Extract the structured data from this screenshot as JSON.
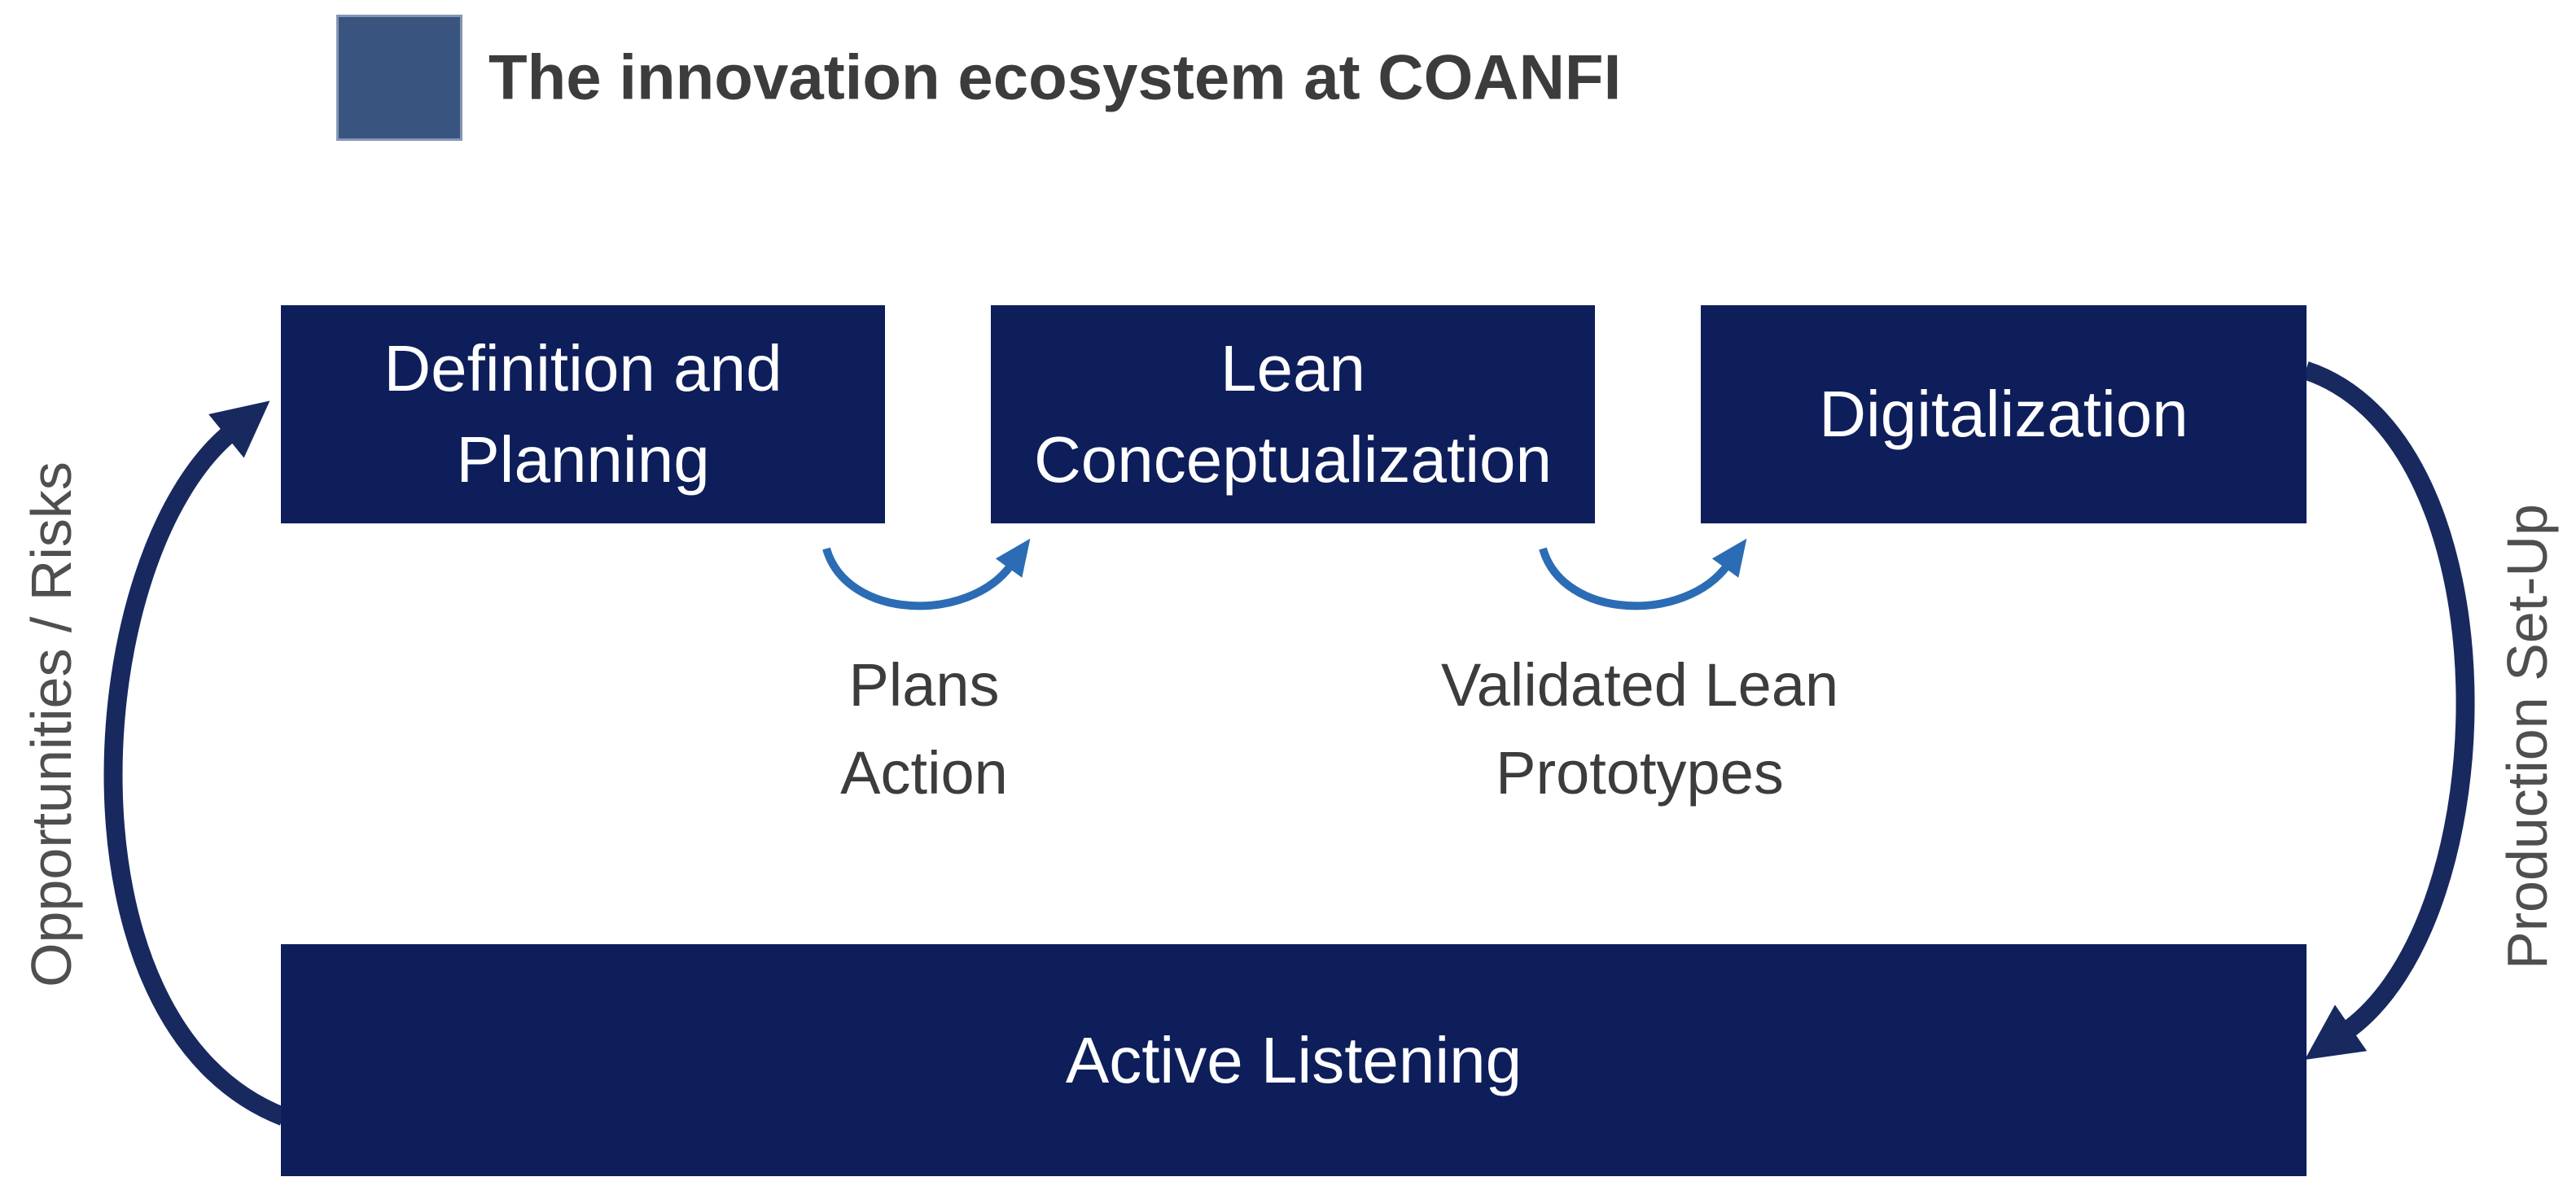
{
  "title": "The innovation ecosystem at COANFI",
  "stages": [
    {
      "id": "definition-and-planning",
      "lines": [
        "Definition and",
        "Planning"
      ]
    },
    {
      "id": "lean-conceptualization",
      "lines": [
        "Lean",
        "Conceptualization"
      ]
    },
    {
      "id": "digitalization",
      "lines": [
        "Digitalization"
      ]
    }
  ],
  "base": {
    "label": "Active Listening"
  },
  "flow_labels": [
    {
      "lines": [
        "Plans",
        "Action"
      ]
    },
    {
      "lines": [
        "Validated Lean",
        "Prototypes"
      ]
    }
  ],
  "side_labels": {
    "left": "Opportunities / Risks",
    "right": "Production Set-Up"
  },
  "icons": {
    "left_arrow": "curved-cycle-arrow-up",
    "right_arrow": "curved-cycle-arrow-down",
    "flow_arrow_1": "u-curve-arrow-right",
    "flow_arrow_2": "u-curve-arrow-right"
  },
  "colors": {
    "box_navy": "#0E1E5B",
    "arrow_navy": "#17295F",
    "small_arrow_blue": "#2B6CB4",
    "title_square": "#3A5480",
    "text_gray": "#3C3C3C",
    "side_text_gray": "#4F4F4F",
    "box_text": "#FFFFFF"
  }
}
